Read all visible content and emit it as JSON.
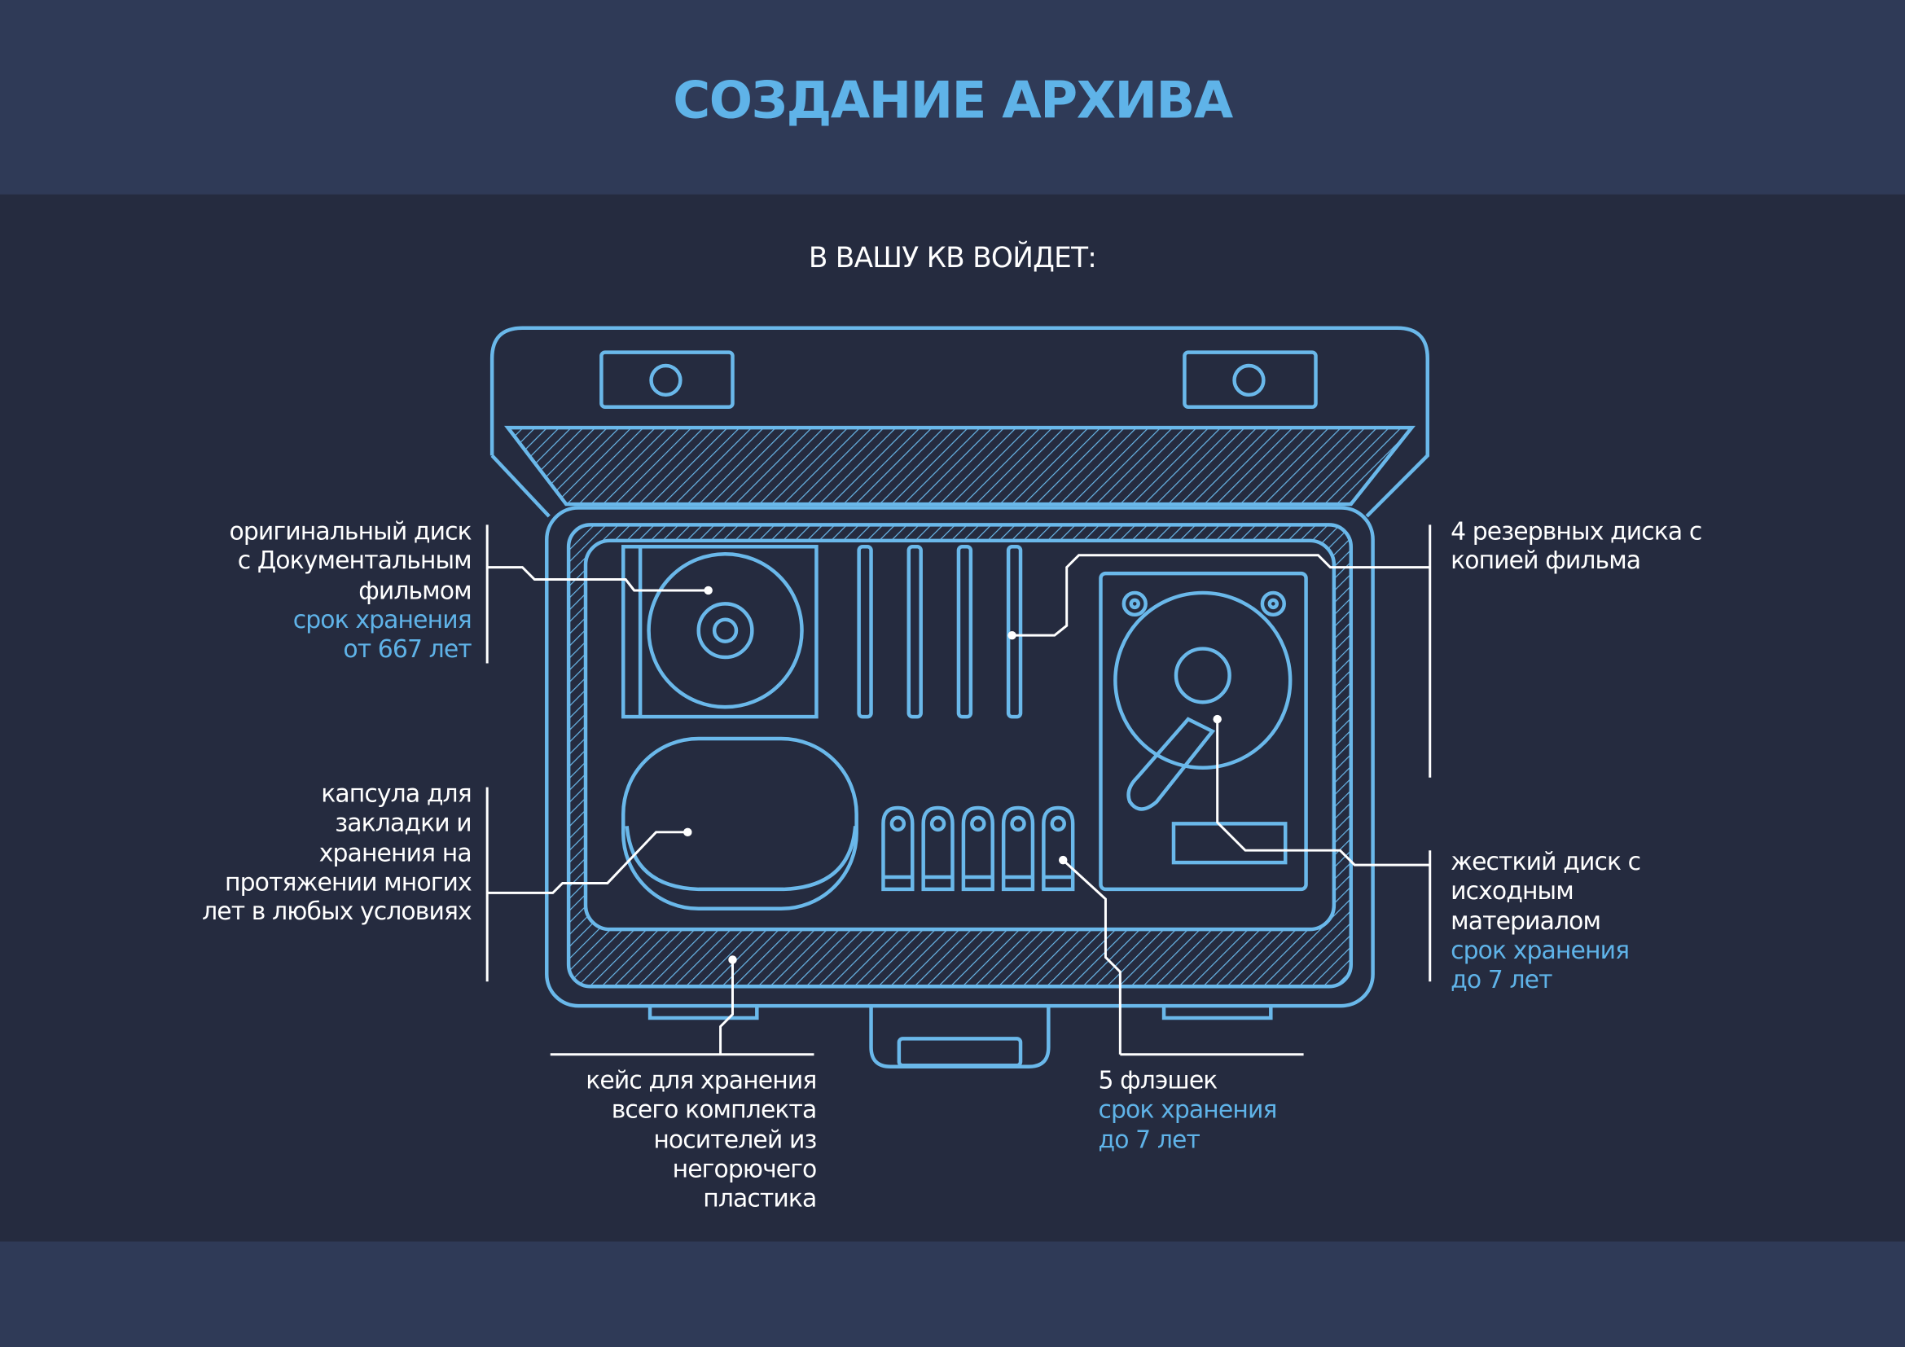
{
  "header": {
    "title": "СОЗДАНИЕ АРХИВА"
  },
  "subtitle": "В ВАШУ КВ ВОЙДЕТ:",
  "colors": {
    "top_band": "#2f3a57",
    "background": "#252b3f",
    "accent": "#5fb3e8",
    "outline": "#6ab8ea",
    "text": "#ffffff"
  },
  "labels": {
    "original_disc": {
      "lines": [
        "оригинальный диск",
        "с Документальным",
        "фильмом"
      ],
      "accent_lines": [
        "срок хранения",
        "от 667 лет"
      ]
    },
    "capsule": {
      "lines": [
        "капсула  для",
        "закладки и",
        "хранения на",
        "протяжении многих",
        "лет в любых условиях"
      ]
    },
    "backup_discs": {
      "lines": [
        "4 резервных диска с",
        "копией фильма"
      ]
    },
    "hard_drive": {
      "lines": [
        "жесткий диск с",
        "исходным",
        "материалом"
      ],
      "accent_lines": [
        "срок хранения",
        "до 7 лет"
      ]
    },
    "case": {
      "lines": [
        "кейс для хранения",
        "всего комплекта",
        "носителей  из",
        "негорючего",
        "пластика"
      ]
    },
    "flash_drives": {
      "lines": [
        "5 флэшек"
      ],
      "accent_lines": [
        "срок хранения",
        "до 7 лет"
      ]
    }
  }
}
